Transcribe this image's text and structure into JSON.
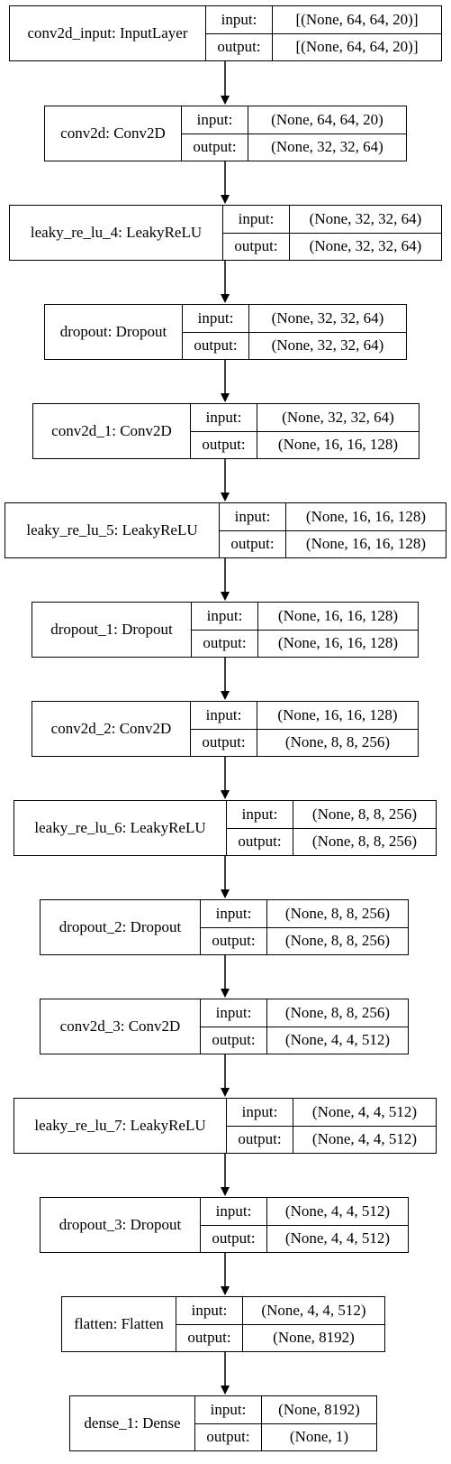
{
  "layers": [
    {
      "name": "conv2d_input: InputLayer",
      "input_label": "input:",
      "output_label": "output:",
      "input": "[(None, 64, 64, 20)]",
      "output": "[(None, 64, 64, 20)]"
    },
    {
      "name": "conv2d: Conv2D",
      "input_label": "input:",
      "output_label": "output:",
      "input": "(None, 64, 64, 20)",
      "output": "(None, 32, 32, 64)"
    },
    {
      "name": "leaky_re_lu_4: LeakyReLU",
      "input_label": "input:",
      "output_label": "output:",
      "input": "(None, 32, 32, 64)",
      "output": "(None, 32, 32, 64)"
    },
    {
      "name": "dropout: Dropout",
      "input_label": "input:",
      "output_label": "output:",
      "input": "(None, 32, 32, 64)",
      "output": "(None, 32, 32, 64)"
    },
    {
      "name": "conv2d_1: Conv2D",
      "input_label": "input:",
      "output_label": "output:",
      "input": "(None, 32, 32, 64)",
      "output": "(None, 16, 16, 128)"
    },
    {
      "name": "leaky_re_lu_5: LeakyReLU",
      "input_label": "input:",
      "output_label": "output:",
      "input": "(None, 16, 16, 128)",
      "output": "(None, 16, 16, 128)"
    },
    {
      "name": "dropout_1: Dropout",
      "input_label": "input:",
      "output_label": "output:",
      "input": "(None, 16, 16, 128)",
      "output": "(None, 16, 16, 128)"
    },
    {
      "name": "conv2d_2: Conv2D",
      "input_label": "input:",
      "output_label": "output:",
      "input": "(None, 16, 16, 128)",
      "output": "(None, 8, 8, 256)"
    },
    {
      "name": "leaky_re_lu_6: LeakyReLU",
      "input_label": "input:",
      "output_label": "output:",
      "input": "(None, 8, 8, 256)",
      "output": "(None, 8, 8, 256)"
    },
    {
      "name": "dropout_2: Dropout",
      "input_label": "input:",
      "output_label": "output:",
      "input": "(None, 8, 8, 256)",
      "output": "(None, 8, 8, 256)"
    },
    {
      "name": "conv2d_3: Conv2D",
      "input_label": "input:",
      "output_label": "output:",
      "input": "(None, 8, 8, 256)",
      "output": "(None, 4, 4, 512)"
    },
    {
      "name": "leaky_re_lu_7: LeakyReLU",
      "input_label": "input:",
      "output_label": "output:",
      "input": "(None, 4, 4, 512)",
      "output": "(None, 4, 4, 512)"
    },
    {
      "name": "dropout_3: Dropout",
      "input_label": "input:",
      "output_label": "output:",
      "input": "(None, 4, 4, 512)",
      "output": "(None, 4, 4, 512)"
    },
    {
      "name": "flatten: Flatten",
      "input_label": "input:",
      "output_label": "output:",
      "input": "(None, 4, 4, 512)",
      "output": "(None, 8192)"
    },
    {
      "name": "dense_1: Dense",
      "input_label": "input:",
      "output_label": "output:",
      "input": "(None, 8192)",
      "output": "(None, 1)"
    }
  ]
}
